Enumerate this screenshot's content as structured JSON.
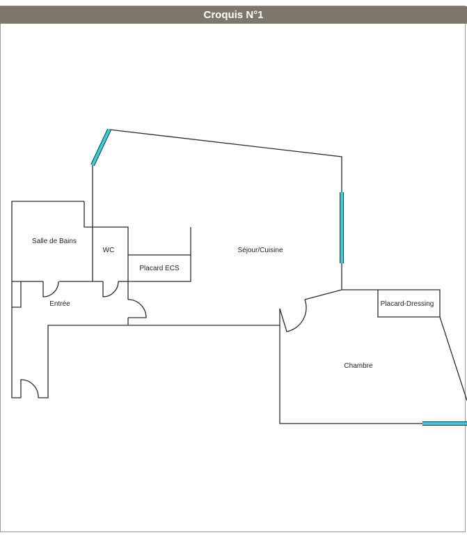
{
  "title": "Croquis N°1",
  "rooms": {
    "salle_de_bains": "Salle de Bains",
    "wc": "WC",
    "placard_ecs": "Placard ECS",
    "sejour_cuisine": "Séjour/Cuisine",
    "entree": "Entrée",
    "placard_dressing": "Placard-Dressing",
    "chambre": "Chambre"
  },
  "colors": {
    "header_bg": "#7d766a",
    "window": "#28d4df",
    "wall": "#2a2a2a"
  }
}
